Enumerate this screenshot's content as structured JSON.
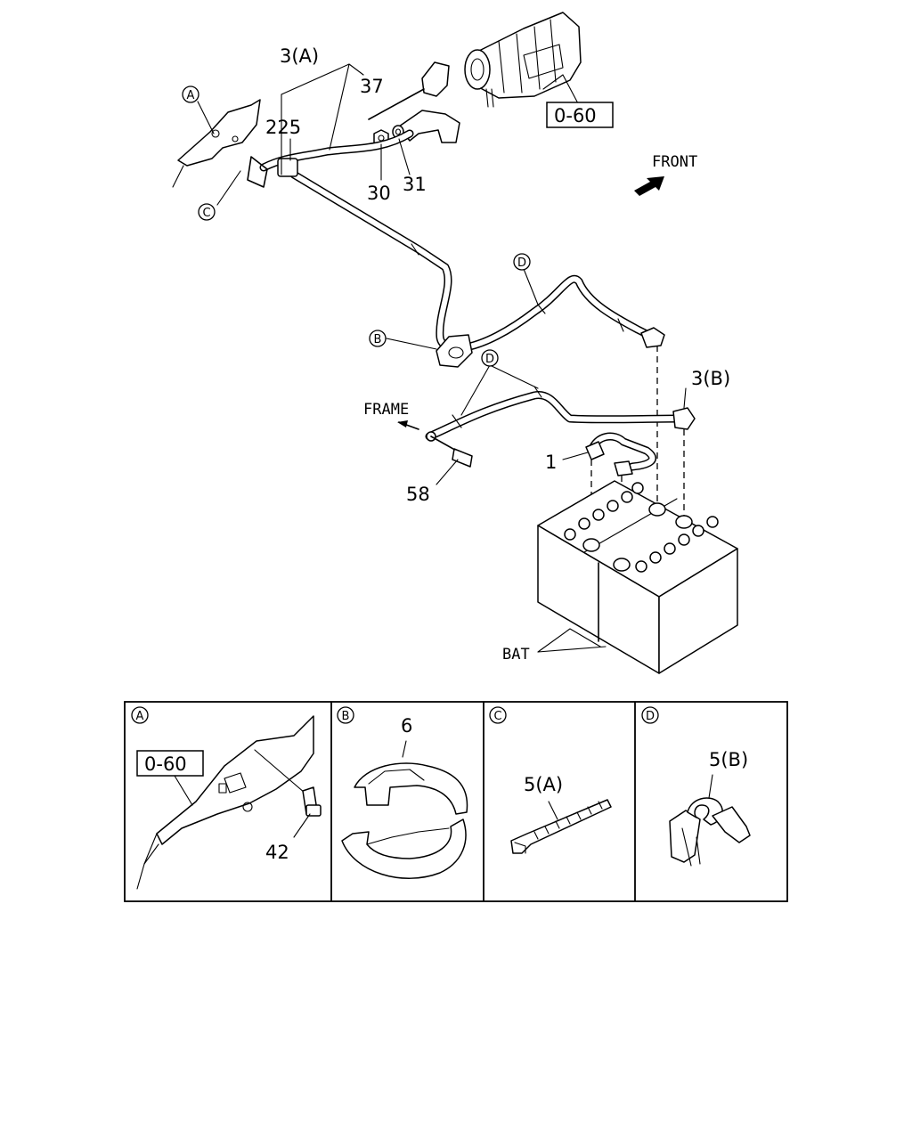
{
  "callouts": {
    "cable_3a": "3(A)",
    "part_37": "37",
    "part_225": "225",
    "part_30": "30",
    "part_31": "31",
    "ref_060_top": "0-60",
    "front": "FRONT",
    "cable_3b": "3(B)",
    "part_1": "1",
    "frame": "FRAME",
    "part_58": "58",
    "bat": "BAT"
  },
  "markers": {
    "a": "A",
    "b": "B",
    "c": "C",
    "d": "D"
  },
  "details": {
    "a": {
      "marker": "A",
      "ref": "0-60",
      "part": "42"
    },
    "b": {
      "marker": "B",
      "part": "6"
    },
    "c": {
      "marker": "C",
      "part": "5(A)"
    },
    "d": {
      "marker": "D",
      "part": "5(B)"
    }
  }
}
